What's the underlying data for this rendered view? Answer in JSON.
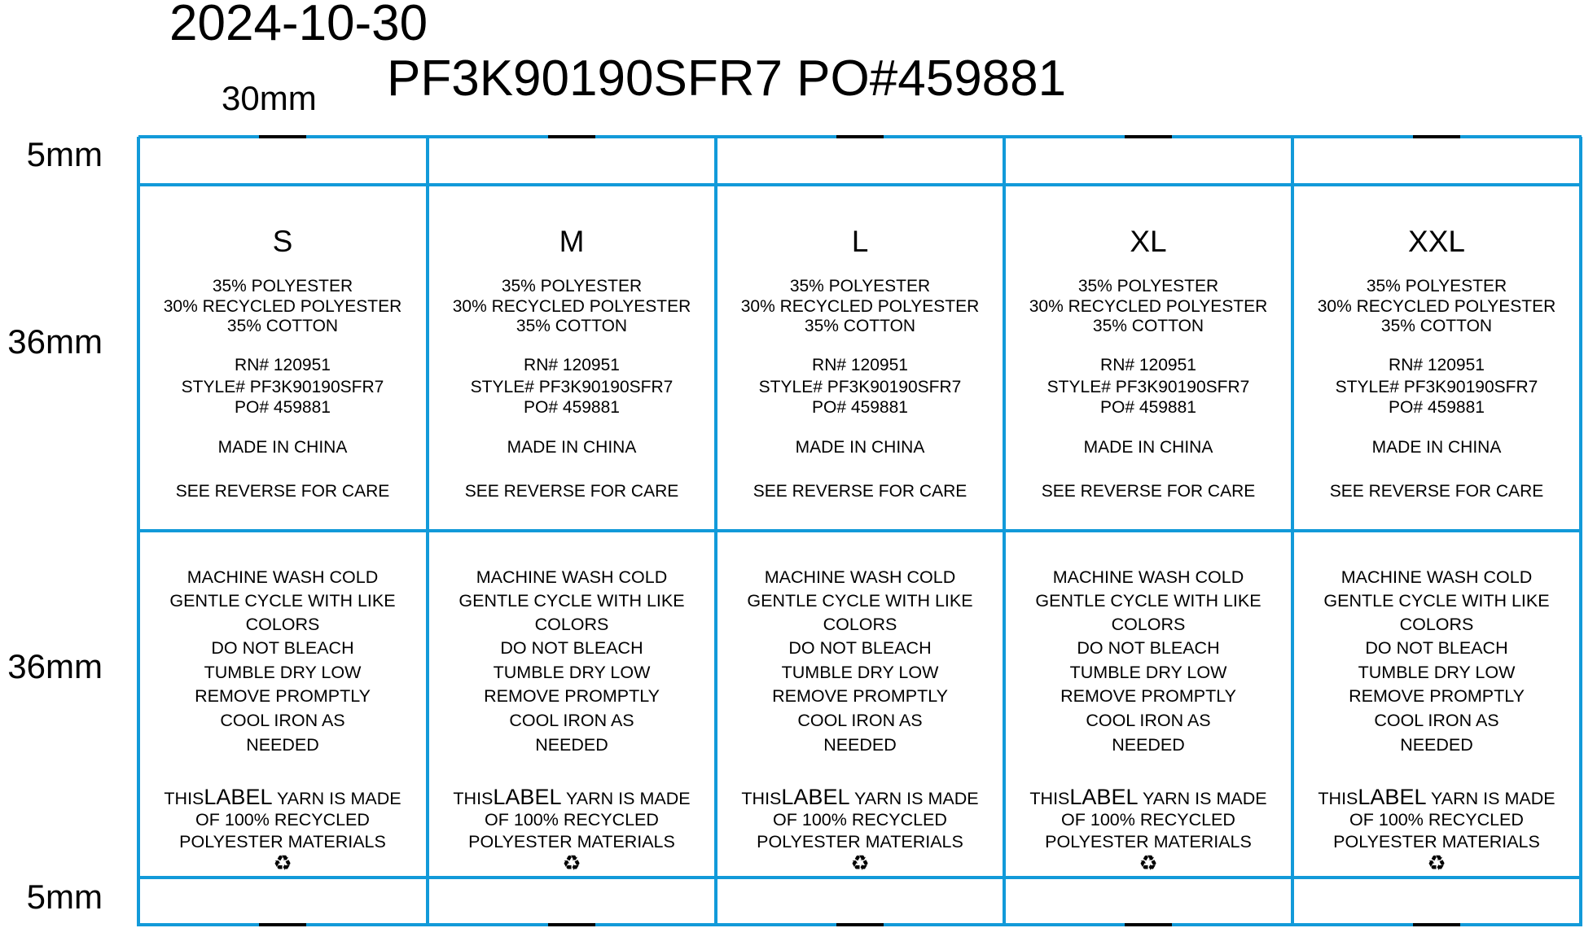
{
  "header": {
    "date": "2024-10-30",
    "width_label": "30mm",
    "code": "PF3K90190SFR7 PO#459881"
  },
  "side_labels": [
    "5mm",
    "36mm",
    "36mm",
    "5mm"
  ],
  "border_color": "#129ad9",
  "labels": [
    {
      "size": "S"
    },
    {
      "size": "M"
    },
    {
      "size": "L"
    },
    {
      "size": "XL"
    },
    {
      "size": "XXL"
    }
  ],
  "front": {
    "composition": [
      "35% POLYESTER",
      "30% RECYCLED POLYESTER",
      "35% COTTON"
    ],
    "rn": "RN# 120951",
    "style": "STYLE# PF3K90190SFR7",
    "po": "PO# 459881",
    "origin": "MADE IN CHINA",
    "see_reverse": "SEE REVERSE FOR CARE"
  },
  "back": {
    "care": [
      "MACHINE WASH COLD",
      "GENTLE CYCLE WITH LIKE",
      "COLORS",
      "DO NOT BLEACH",
      "TUMBLE DRY LOW",
      "REMOVE PROMPTLY",
      "COOL IRON AS",
      "NEEDED"
    ],
    "eco_this": "THIS",
    "eco_label": "LABEL",
    "eco_rest": " YARN IS MADE",
    "eco_lines": [
      "OF 100% RECYCLED",
      "POLYESTER MATERIALS"
    ],
    "recycle_icon": "♻"
  }
}
